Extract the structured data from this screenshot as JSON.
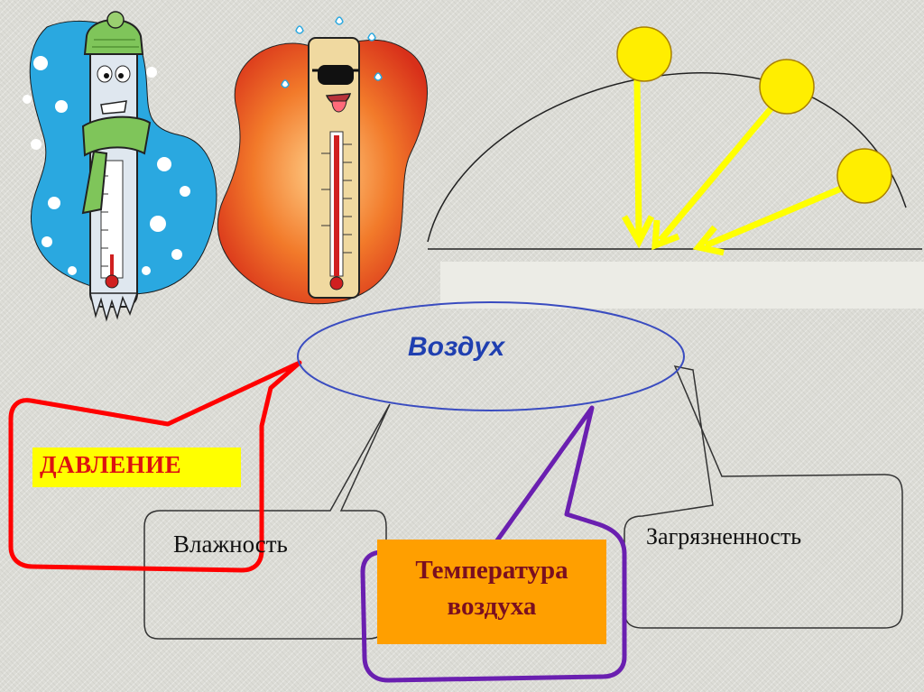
{
  "labels": {
    "air": "Воздух",
    "humidity": "Влажность",
    "pollution": "Загрязненность",
    "pressure": "ДАВЛЕНИЕ",
    "temperature_line1": "Температура",
    "temperature_line2": "воздуха"
  },
  "colors": {
    "cold_blob": "#2aa8e0",
    "hot_blob": "#e0401a",
    "sun": "#ffee00",
    "sun_ray": "#ffff00",
    "air_ellipse": "#3a4cc0",
    "air_text": "#1f3fb0",
    "pressure_callout": "#ff0000",
    "pressure_box": "#ffff00",
    "pressure_text": "#d11111",
    "temperature_callout": "#6a1fb0",
    "temperature_box": "#ff9f00",
    "temperature_text": "#7a0f20"
  },
  "icons": {
    "cold_thermometer": "cold-thermometer-icon",
    "hot_thermometer": "hot-thermometer-icon",
    "sun": "sun-icon"
  }
}
